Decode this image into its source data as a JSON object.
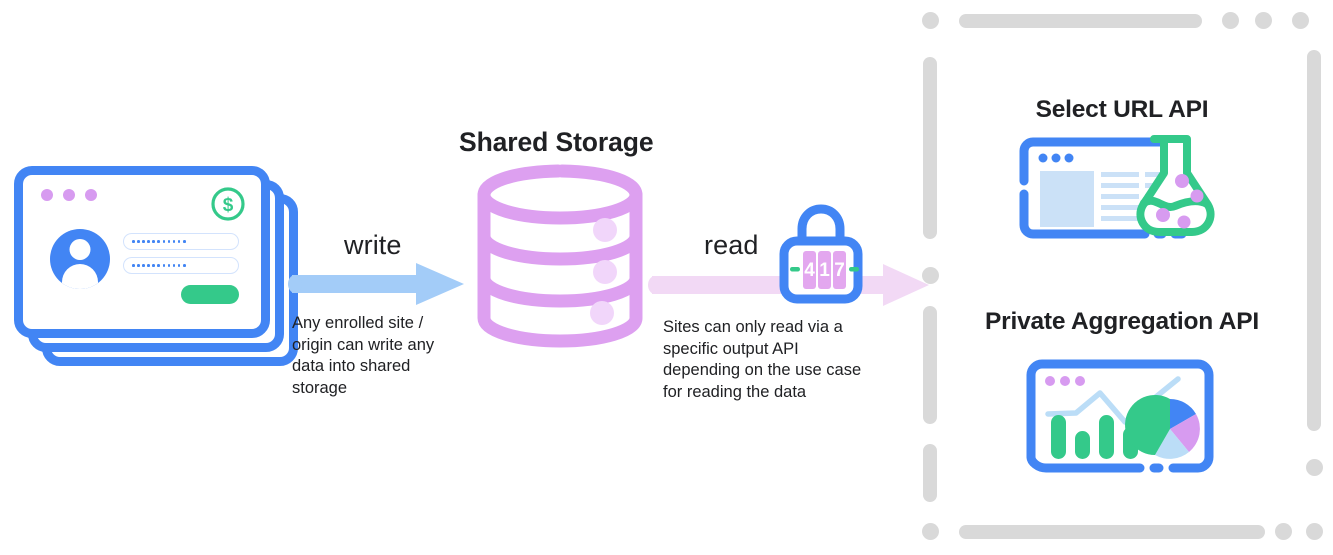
{
  "diagram": {
    "title": "Shared Storage data flow",
    "storage": {
      "label": "Shared Storage",
      "icon": "database-cylinder-icon",
      "bands": 3,
      "color": "#DDA0F0"
    },
    "source": {
      "icon": "stacked-login-window-icon",
      "stack_count": 3,
      "window_dots": 3,
      "badge_icon": "dollar-circle-icon",
      "avatar_icon": "user-avatar-icon",
      "password_fields": 2,
      "submit_button_label": "",
      "colors": {
        "window_border": "#4285F4",
        "dots": "#D79BF0",
        "badge": "#34C98A",
        "submit": "#34C98A"
      }
    },
    "flows": [
      {
        "id": "write",
        "label": "write",
        "caption": "Any enrolled site /\norigin can write any\ndata into shared\nstorage",
        "arrow_icon": "arrow-right-icon",
        "color": "#A3CCF8"
      },
      {
        "id": "read",
        "label": "read",
        "caption": "Sites can only read via a\nspecific output API\ndepending on the use case\nfor reading the data",
        "arrow_icon": "arrow-right-icon",
        "color": "#F2D9F5"
      }
    ],
    "gate": {
      "icon": "combination-padlock-icon",
      "combination": "417",
      "body_color": "#4285F4",
      "dial_color": "#E3A7EF",
      "tick_color": "#34C98A"
    },
    "output_panel": {
      "border_style": "dashed-rounded-segments",
      "border_color": "#D9D9D9",
      "apis": [
        {
          "title": "Select URL API",
          "icon": "browser-window-with-flask-icon",
          "flask_color": "#34C98A",
          "window_color": "#4285F4",
          "bubble_color": "#D79BF0"
        },
        {
          "title": "Private Aggregation API",
          "icon": "browser-window-with-charts-icon",
          "window_color": "#4285F4",
          "dots_color": "#D79BF0",
          "bar_color": "#34C98A",
          "line_color": "#BBDDF7",
          "pie_colors": [
            "#34C98A",
            "#4285F4",
            "#D79BF0",
            "#BBDDF7"
          ]
        }
      ]
    }
  }
}
